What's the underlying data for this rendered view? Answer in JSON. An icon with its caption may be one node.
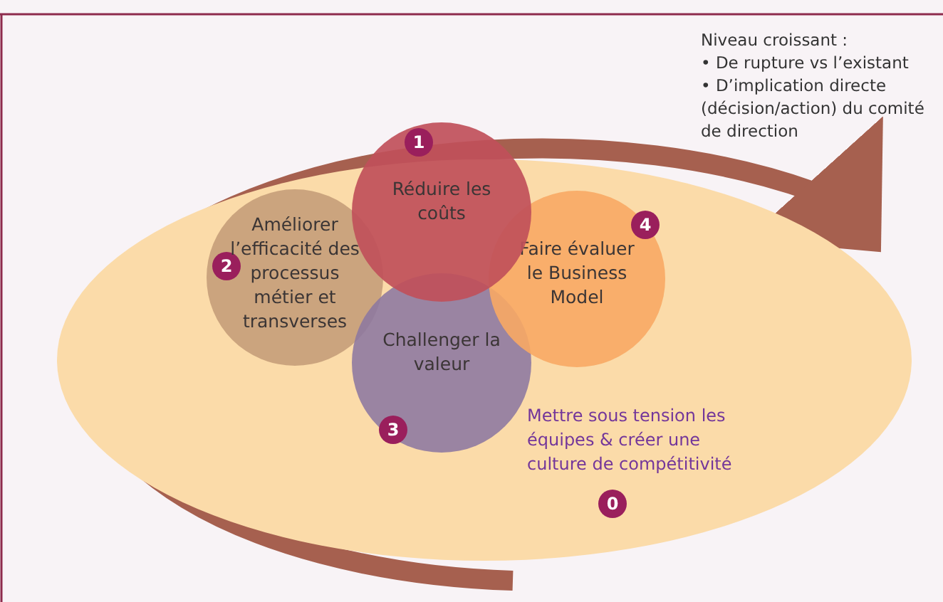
{
  "diagram": {
    "nodes": [
      {
        "text": [
          "Mettre sous tension les équipes & créer une culture de compétitivité",
          "0"
        ]
      },
      {
        "text": [
          "1",
          "Réduire les coûts"
        ]
      },
      {
        "text": [
          "2",
          "Améliorer l’efficacité des processus métier et transverses"
        ],
        "in": 0
      },
      {
        "text": [
          "Challenger la valeur",
          "3"
        ],
        "in": 0
      },
      {
        "text": [
          "4",
          "Faire évaluer le Business Model"
        ],
        "in": 0
      }
    ],
    "edges": [],
    "labels": [
      "Niveau croissant :",
      "• De rupture vs l’existant",
      "• D’implication directe (décision/action) du comité de direction"
    ]
  }
}
